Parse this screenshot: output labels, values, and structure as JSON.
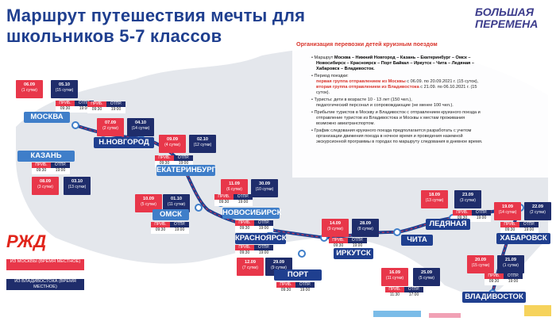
{
  "title": {
    "line1": "Маршрут  путешествия мечты для",
    "line2": "школьников 5-7 классов"
  },
  "brand": {
    "line1": "БОЛЬШАЯ",
    "line2": "ПЕРЕМЕНА"
  },
  "panel": {
    "heading": "Организация перевозки детей круизным поездом",
    "bullets": {
      "b1a": "Маршрут ",
      "b1b": "Москва – Нижний Новгород – Казань – Екатеринбург – Омск –",
      "b1c": "Новосибирск – Красноярск – Порт Байкал – Иркутск – Чита – Ледяная –",
      "b1d": "Хабаровск – Владивосток.",
      "b2": "Период поездки:",
      "b3a": "первая группа отправлением из Москвы",
      "b3b": " с 06.09. по 20.09.2021 г. (15 суток),",
      "b4a": "вторая группа отправлением из Владивостока",
      "b4b": " с 21.09. по 06.10.2021 г. (15",
      "b4c": "суток).",
      "b5": "Туристы: дети в возрасте 10 - 13 лет (150 чел.),",
      "b6": "педагогический персонал и сопровождающие (не менее 100 чел.).",
      "b7": "Прибытие туристов в Москву и Владивосток с отправлением круизного поезда и",
      "b8": "отправление туристов из Владивостока и Москвы к местам проживания",
      "b9": "возможно авиатранспортом.",
      "b10": "График следования круизного поезда предполагается разработать с учетом",
      "b11": "организации движения поезда в ночное время и проведения наземной",
      "b12": "экскурсионной программы в городах по маршруту следования в дневное время."
    }
  },
  "cities": {
    "moscow": "МОСКВА",
    "nnovgorod": "Н.НОВГОРОД",
    "kazan": "КАЗАНЬ",
    "ekaterinburg": "ЕКАТЕРИНБУРГ",
    "omsk": "ОМСК",
    "novosibirsk": "НОВОСИБИРСК",
    "krasnoyarsk": "КРАСНОЯРСК",
    "portbaikal": "ПОРТ БАЙКАЛ",
    "irkutsk": "ИРКУТСК",
    "chita": "ЧИТА",
    "ledyanaya": "ЛЕДЯНАЯ",
    "khabarovsk": "ХАБАРОВСК",
    "vladivostok": "ВЛАДИВОСТОК"
  },
  "dates": {
    "moscow_r": "06.09",
    "moscow_r_day": "(1 сутки)",
    "moscow_n": "05.10",
    "moscow_n_day": "(15 сутки)",
    "nn_r": "07.09",
    "nn_r_day": "(2 сутки)",
    "nn_n": "04.10",
    "nn_n_day": "(14 сутки)",
    "kazan_r": "08.09",
    "kazan_r_day": "(3 сутки)",
    "kazan_n": "03.10",
    "kazan_n_day": "(13 сутки)",
    "ekb_r": "09.09",
    "ekb_r_day": "(4 сутки)",
    "ekb_n": "02.10",
    "ekb_n_day": "(12 сутки)",
    "omsk_r": "10.09",
    "omsk_r_day": "(5 сутки)",
    "omsk_n": "01.10",
    "omsk_n_day": "(11 сутки)",
    "nsk_r": "11.09",
    "nsk_r_day": "(6 сутки)",
    "nsk_n": "30.09",
    "nsk_n_day": "(10 сутки)",
    "kras_r": "12.09",
    "kras_r_day": "(7 сутки)",
    "kras_n": "29.09",
    "kras_n_day": "(9 сутки)",
    "irk_r": "14.09",
    "irk_r_day": "(9 сутки)",
    "irk_n": "28.09",
    "irk_n_day": "(8 сутки)",
    "chita_r": "16.09",
    "chita_r_day": "(11 сутки)",
    "chita_n": "25.09",
    "chita_n_day": "(5 сутки)",
    "led_r": "18.09",
    "led_r_day": "(13 сутки)",
    "led_n": "23.09",
    "led_n_day": "(3 сутки)",
    "khab_r": "19.09",
    "khab_r_day": "(14 сутки)",
    "khab_n": "22.09",
    "khab_n_day": "(2 сутки)",
    "vlad_r": "20.09",
    "vlad_r_day": "(15 сутки)",
    "vlad_n": "21.09",
    "vlad_n_day": "(1 сутки)"
  },
  "schedule": {
    "arr": "ПРИБ.",
    "dep": "ОТПР.",
    "moscow": [
      "09:30",
      "19:00"
    ],
    "nn": [
      "09:30",
      "19:00"
    ],
    "kazan": [
      "09:30",
      "19:00"
    ],
    "ekb": [
      "09:30",
      "19:00"
    ],
    "omsk": [
      "09:30",
      "19:00"
    ],
    "nsk": [
      "09:30",
      "19:00"
    ],
    "kras": [
      "09:30",
      "19:00"
    ],
    "pb": [
      "09:30",
      "19:00"
    ],
    "irk": [
      "09:30",
      "19:00"
    ],
    "chita": [
      "11:30",
      "17:00"
    ],
    "led": [
      "09:30",
      "19:00"
    ],
    "khab": [
      "09:30",
      "19:00"
    ],
    "vlad": [
      "09:30",
      "19:00"
    ]
  },
  "legend": {
    "from_moscow": "ИЗ МОСКВЫ (ВРЕМЯ МЕСТНОЕ)",
    "from_vladivostok": "ИЗ ВЛАДИВОСТОКА (ВРЕМЯ МЕСТНОЕ)"
  },
  "logo": "РЖД",
  "colors": {
    "route": "#1f3f8f",
    "accent_red": "#e8374a",
    "city_blue": "#3f7ec9",
    "navy": "#1f2d6b"
  }
}
